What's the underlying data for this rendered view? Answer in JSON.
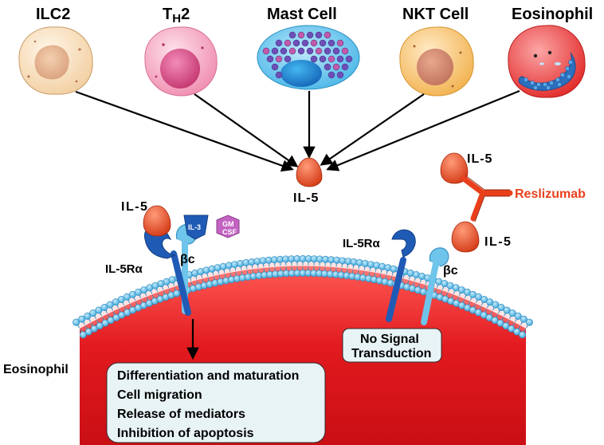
{
  "cells": {
    "ilc2": "ILC2",
    "th2_main": "T",
    "th2_sub": "H",
    "th2_suffix": "2",
    "mast": "Mast Cell",
    "nkt": "NKT Cell",
    "eosinophil": "Eosinophil"
  },
  "center_il5": "IL-5",
  "left_receptor": {
    "il5": "IL-5",
    "il5ra": "IL-5Rα",
    "bc": "βc",
    "il3": "IL-3",
    "gm_line1": "GM",
    "gm_line2": "CSF"
  },
  "right_receptor": {
    "il5_top": "IL-5",
    "il5_bottom": "IL-5",
    "drug": "Reslizumab",
    "il5ra": "IL-5Rα",
    "bc": "βc",
    "no_signal_line1": "No Signal",
    "no_signal_line2": "Transduction"
  },
  "eosinophil_label": "Eosinophil",
  "effects": [
    "Differentiation and maturation",
    "Cell migration",
    "Release of mediators",
    "Inhibition of apoptosis"
  ],
  "colors": {
    "il5": "#e0532e",
    "reslizumab": "#e8401c",
    "receptor_alpha": "#1f5bb5",
    "receptor_beta": "#6ec4ea",
    "membrane_head": "#5bbde6",
    "cytoplasm": "#e01a1f",
    "box_fill": "#e8f3f6"
  }
}
